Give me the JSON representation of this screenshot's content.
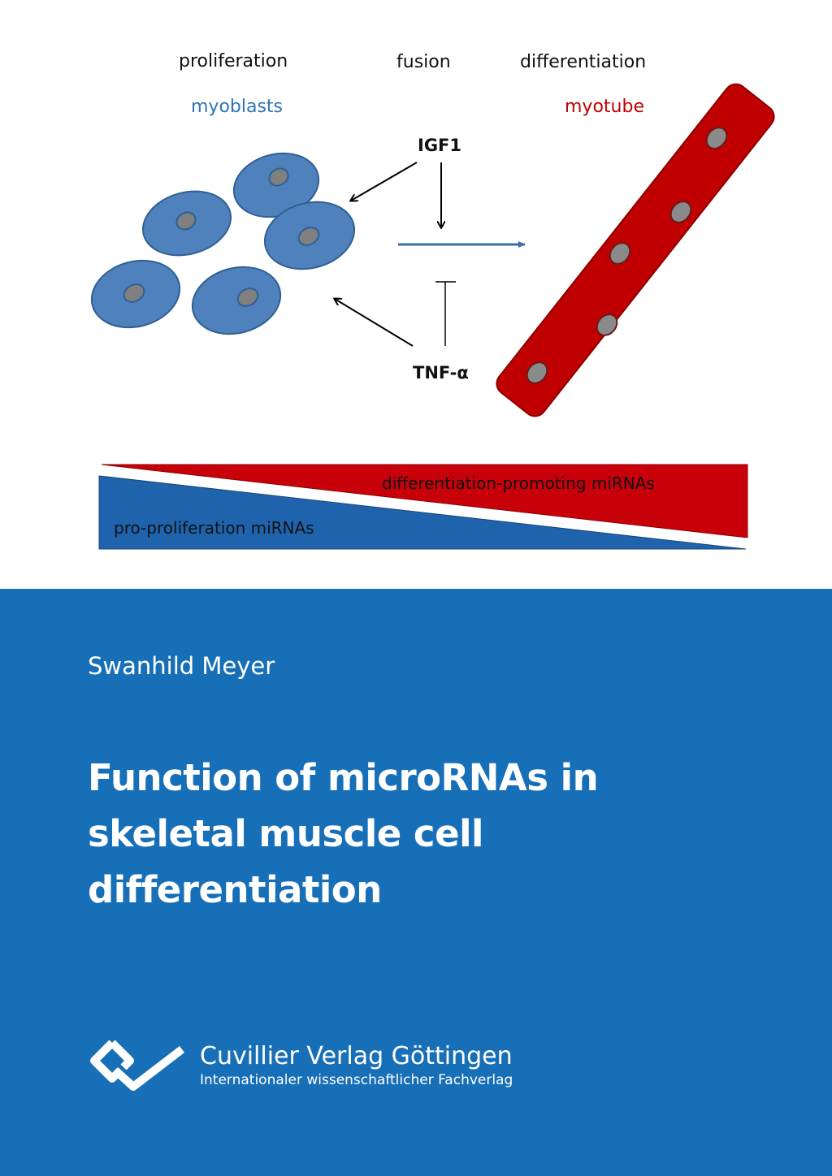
{
  "diagram": {
    "stage_labels": [
      "proliferation",
      "fusion",
      "differentiation"
    ],
    "myoblasts_label": "myoblasts",
    "myotube_label": "myotube",
    "igf1_label": "IGF1",
    "tnf_label": "TNF-α",
    "gradient_top_label": "differentiation-promoting miRNAs",
    "gradient_bottom_label": "pro-proliferation miRNAs",
    "colors": {
      "cell": "#4f81bd",
      "nucleus": "#808080",
      "myotube": "#c00000",
      "blue_band": "#1f63ad",
      "red_band": "#c8000a"
    }
  },
  "book": {
    "author": "Swanhild Meyer",
    "title_lines": [
      "Function of microRNAs in",
      "skeletal muscle cell",
      "differentiation"
    ],
    "publisher": "Cuvillier Verlag Göttingen",
    "publisher_tagline": "Internationaler wissenschaftlicher Fachverlag",
    "background_color": "#176fb8"
  }
}
